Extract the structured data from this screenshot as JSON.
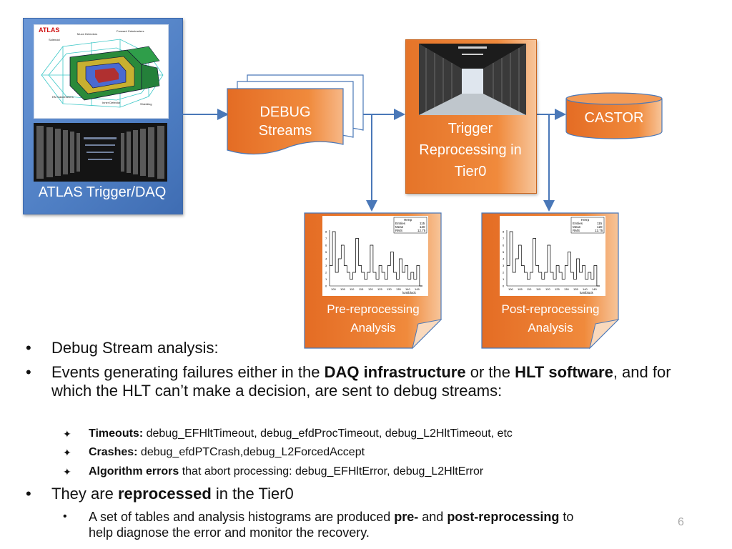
{
  "diagram": {
    "atlas_label": "ATLAS Trigger/DAQ",
    "atlas_logo_text": "ATLAS",
    "debug_label_line1": "DEBUG",
    "debug_label_line2": "Streams",
    "tier0_line1": "Trigger",
    "tier0_line2": "Reprocessing in",
    "tier0_line3": "Tier0",
    "castor_label": "CASTOR",
    "pre_line1": "Pre-reprocessing",
    "pre_line2": "Analysis",
    "post_line1": "Post-reprocessing",
    "post_line2": "Analysis",
    "hist": {
      "title": "Herrp",
      "entries_label": "Entries",
      "entries_value": "115",
      "mean_label": "Mean",
      "mean_value": "120",
      "rms_label": "RMS",
      "rms_value": "12.75",
      "xlabel": "lumiblock",
      "xticks": [
        "100",
        "105",
        "110",
        "115",
        "120",
        "125",
        "130",
        "135",
        "140",
        "145"
      ],
      "yticks": [
        "0",
        "1",
        "2",
        "3",
        "4",
        "5",
        "6",
        "7",
        "8"
      ]
    },
    "colors": {
      "orange": "#ee7f33",
      "blue": "#4f7fc4",
      "arrow": "#4a78b8"
    }
  },
  "bullets": {
    "b1": "Debug Stream analysis:",
    "b2_pre": "Events generating failures either in the ",
    "b2_bold1": "DAQ infrastructure",
    "b2_mid": " or the ",
    "b2_bold2": "HLT software",
    "b2_post1": ", and for which the HLT can’t make a decision, are sent to debug",
    "b2_post2": "streams:",
    "s1_bold": "Timeouts:",
    "s1_text": " debug_EFHltTimeout, debug_efdProcTimeout, debug_L2HltTimeout, etc",
    "s2_bold": "Crashes:",
    "s2_text": " debug_efdPTCrash,debug_L2ForcedAccept",
    "s3_bold": "Algorithm errors",
    "s3_text": " that abort processing: debug_EFHltError, debug_L2HltError",
    "b3_pre": "They are ",
    "b3_bold": "reprocessed",
    "b3_post": " in the Tier0",
    "s4_pre": "A set of tables and analysis histograms are produced ",
    "s4_bold1": "pre-",
    "s4_mid": " and ",
    "s4_bold2": "post-reprocessing",
    "s4_post": " to",
    "s4_line2": "help diagnose the error and monitor the recovery.",
    "bullet_char": "•",
    "sub_char": "✦",
    "sub_dot": "•"
  },
  "page_number": "6"
}
